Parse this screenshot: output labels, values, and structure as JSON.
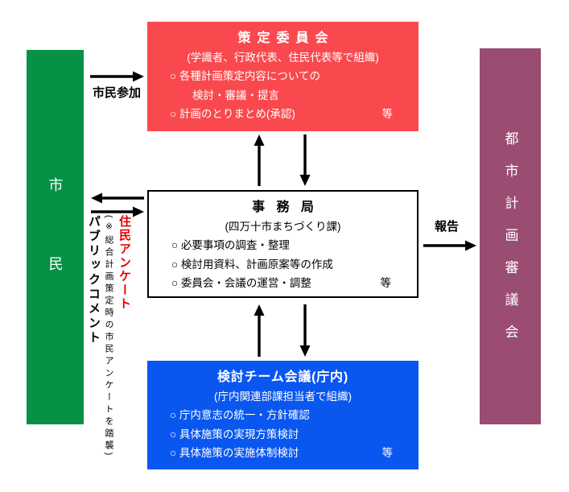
{
  "bars": {
    "citizens": {
      "label": "市民",
      "color": "#069146"
    },
    "council": {
      "label": "都市計画審議会",
      "color": "#9A4C72"
    }
  },
  "boxes": {
    "committee": {
      "title": "策定委員会",
      "subtitle": "(学識者、行政代表、住民代表等で組織)",
      "color": "#F9494E",
      "rows": [
        "○ 各種計画策定内容についての",
        "検討・審議・提言",
        "○ 計画のとりまとめ(承認)"
      ],
      "etc": "等"
    },
    "secretariat": {
      "title": "事務局",
      "subtitle": "(四万十市まちづくり課)",
      "rows": [
        "○ 必要事項の調査・整理",
        "○ 検討用資料、計画原案等の作成",
        "○ 委員会・会議の運営・調整"
      ],
      "etc": "等"
    },
    "team": {
      "title": "検討チーム会議(庁内)",
      "subtitle": "(庁内関連部課担当者で組織)",
      "color": "#0A57EF",
      "rows": [
        "○ 庁内意志の統一・方針確認",
        "○ 具体施策の実現方策検討",
        "○ 具体施策の実施体制検討"
      ],
      "etc": "等"
    }
  },
  "labels": {
    "citizen_participation": "市民参加",
    "report": "報告",
    "resident_survey": "住民アンケート",
    "survey_note": "(※総合計画策定時の市民アンケートを踏襲)",
    "public_comment": "パブリックコメント"
  }
}
